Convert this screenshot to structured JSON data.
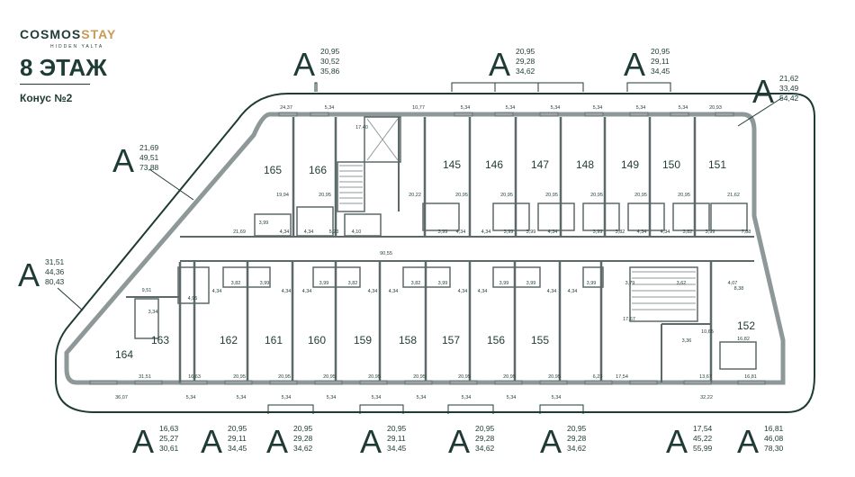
{
  "brand": {
    "word1": "COSMOS",
    "word2": "STAY",
    "sub": "HIDDEN YALTA"
  },
  "floor_title": "8 ЭТАЖ",
  "cone_label": "Конус №2",
  "apartments": [
    {
      "num": "165"
    },
    {
      "num": "166"
    },
    {
      "num": "145"
    },
    {
      "num": "146"
    },
    {
      "num": "147"
    },
    {
      "num": "148"
    },
    {
      "num": "149"
    },
    {
      "num": "150"
    },
    {
      "num": "151"
    },
    {
      "num": "164"
    },
    {
      "num": "163"
    },
    {
      "num": "162"
    },
    {
      "num": "161"
    },
    {
      "num": "160"
    },
    {
      "num": "159"
    },
    {
      "num": "158"
    },
    {
      "num": "157"
    },
    {
      "num": "156"
    },
    {
      "num": "155"
    },
    {
      "num": "152"
    }
  ],
  "type_labels": [
    {
      "letter": "A",
      "v": [
        "20,95",
        "30,52",
        "35,86"
      ]
    },
    {
      "letter": "A",
      "v": [
        "20,95",
        "29,28",
        "34,62"
      ]
    },
    {
      "letter": "A",
      "v": [
        "20,95",
        "29,11",
        "34,45"
      ]
    },
    {
      "letter": "A",
      "v": [
        "21,62",
        "33,49",
        "54,42"
      ]
    },
    {
      "letter": "A",
      "v": [
        "21,69",
        "49,51",
        "73,88"
      ]
    },
    {
      "letter": "A",
      "v": [
        "31,51",
        "44,36",
        "80,43"
      ]
    },
    {
      "letter": "A",
      "v": [
        "16,63",
        "25,27",
        "30,61"
      ]
    },
    {
      "letter": "A",
      "v": [
        "20,95",
        "29,11",
        "34,45"
      ]
    },
    {
      "letter": "A",
      "v": [
        "20,95",
        "29,28",
        "34,62"
      ]
    },
    {
      "letter": "A",
      "v": [
        "20,95",
        "29,11",
        "34,45"
      ]
    },
    {
      "letter": "A",
      "v": [
        "20,95",
        "29,28",
        "34,62"
      ]
    },
    {
      "letter": "A",
      "v": [
        "20,95",
        "29,28",
        "34,62"
      ]
    },
    {
      "letter": "A",
      "v": [
        "17,54",
        "45,22",
        "55,99"
      ]
    },
    {
      "letter": "A",
      "v": [
        "16,81",
        "46,08",
        "78,30"
      ]
    }
  ],
  "area_labels": [
    "24,37",
    "5,34",
    "10,77",
    "5,34",
    "5,34",
    "5,34",
    "5,34",
    "5,34",
    "5,34",
    "20,93",
    "17,40",
    "19,94",
    "20,95",
    "20,22",
    "20,95",
    "20,95",
    "20,95",
    "20,95",
    "20,95",
    "20,95",
    "21,62",
    "3,99",
    "4,34",
    "4,34",
    "5,23",
    "4,10",
    "3,99",
    "4,34",
    "4,34",
    "3,99",
    "3,99",
    "4,34",
    "3,99",
    "3,82",
    "4,34",
    "4,34",
    "3,82",
    "3,99",
    "7,88",
    "21,69",
    "90,55",
    "9,51",
    "4,95",
    "3,34",
    "4,34",
    "3,82",
    "3,99",
    "4,34",
    "4,34",
    "3,99",
    "3,82",
    "4,34",
    "4,34",
    "3,82",
    "3,99",
    "4,34",
    "4,34",
    "3,99",
    "3,99",
    "4,34",
    "4,34",
    "3,99",
    "3,79",
    "3,62",
    "4,07",
    "8,38",
    "17,67",
    "10,65",
    "3,36",
    "16,82",
    "31,51",
    "16,63",
    "20,95",
    "20,95",
    "20,95",
    "20,95",
    "20,95",
    "20,95",
    "20,95",
    "20,95",
    "6,23",
    "17,54",
    "13,67",
    "16,81",
    "36,07",
    "5,34",
    "5,34",
    "5,34",
    "5,34",
    "5,34",
    "5,34",
    "5,34",
    "5,34",
    "5,34",
    "32,22"
  ]
}
